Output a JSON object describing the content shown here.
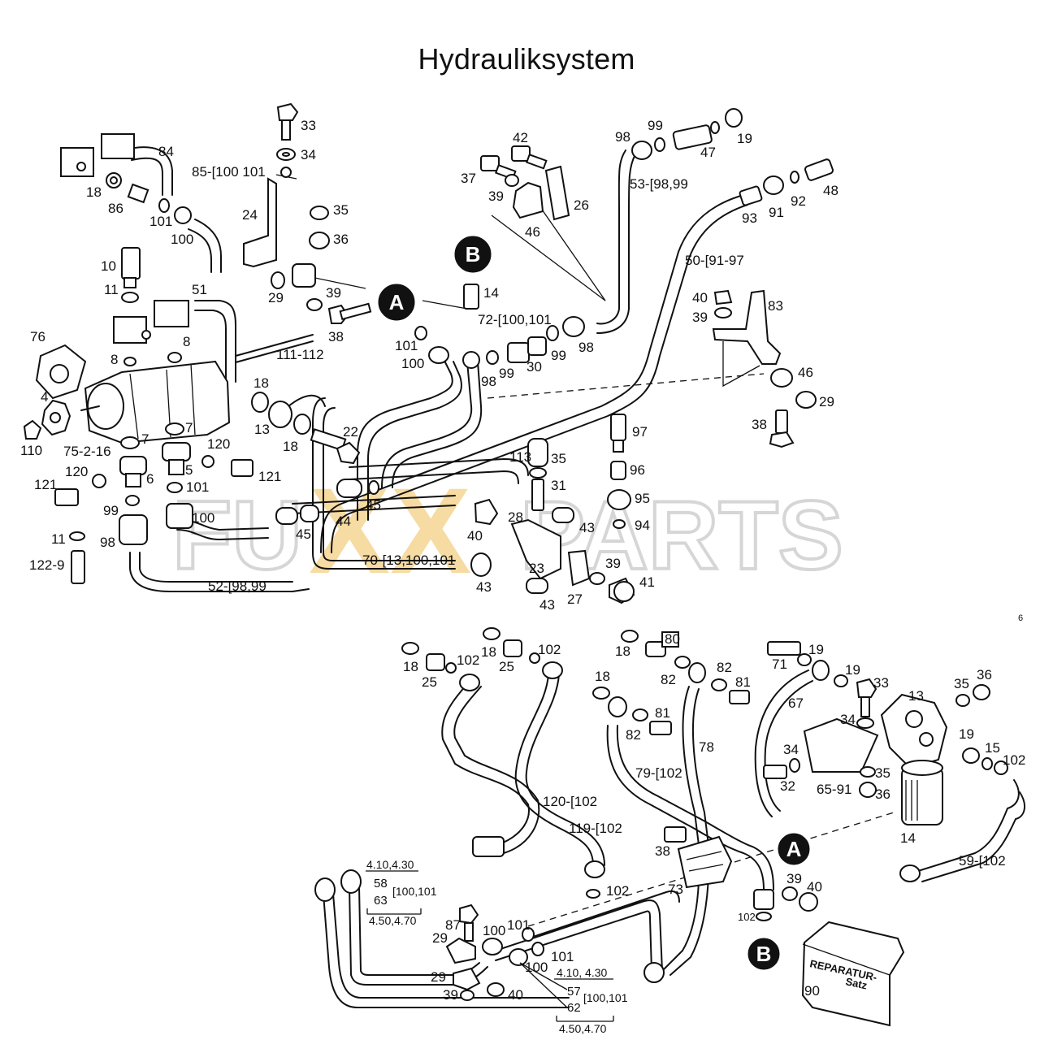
{
  "title": "Hydrauliksystem",
  "watermark": {
    "left": "FU",
    "mid": "XX",
    "right": "PARTS"
  },
  "callouts": [
    "A",
    "B",
    "A",
    "B"
  ],
  "corner_mark": "6",
  "kit_box": {
    "line1": "REPARATUR-",
    "line2": "Satz"
  },
  "labels": {
    "l33": "33",
    "l34": "34",
    "l35": "35",
    "l36": "36",
    "l84": "84",
    "l85": "85-[100 101",
    "l18a": "18",
    "l86": "86",
    "l101a": "101",
    "l100a": "100",
    "l24": "24",
    "l29a": "29",
    "l39a": "39",
    "l38a": "38",
    "l111": "111-112",
    "l10": "10",
    "l11a": "11",
    "l51": "51",
    "l76": "76",
    "l8a": "8",
    "l8b": "8",
    "l4": "4",
    "l110": "110",
    "l75": "75-2-16",
    "l7a": "7",
    "l7b": "7",
    "l6": "6",
    "l5": "5",
    "l120a": "120",
    "l120b": "120",
    "l121a": "121",
    "l121b": "121",
    "l101b": "101",
    "l100b": "100",
    "l99a": "99",
    "l98a": "98",
    "l11b": "11",
    "l122": "122-9",
    "l52": "52-[98,99",
    "l45a": "45",
    "l45b": "45",
    "l44": "44",
    "l18b": "18",
    "l13": "13",
    "l18c": "18",
    "l22": "22",
    "l14": "14",
    "l72": "72-[100,101",
    "l101c": "101",
    "l100c": "100",
    "l98b": "98",
    "l99b": "99",
    "l30": "30",
    "l99c": "99",
    "l98c": "98",
    "l42": "42",
    "l37": "37",
    "l39b": "39",
    "l26": "26",
    "l46a": "46",
    "l98d": "98",
    "l99d": "99",
    "l47": "47",
    "l19a": "19",
    "l53": "53-[98,99",
    "l93": "93",
    "l91": "91",
    "l92": "92",
    "l48": "48",
    "l50": "50-[91-97",
    "l40a": "40",
    "l39c": "39",
    "l83": "83",
    "l46b": "46",
    "l29b": "29",
    "l38b": "38",
    "l97": "97",
    "l96": "96",
    "l95": "95",
    "l94": "94",
    "l113": "113",
    "l35b": "35",
    "l31": "31",
    "l28": "28",
    "l43a": "43",
    "l40b": "40",
    "l70": "70-[13,100,101",
    "l23": "23",
    "l43b": "43",
    "l43c": "43",
    "l27": "27",
    "l39d": "39",
    "l41": "41",
    "l18d": "18",
    "l25a": "25",
    "l102a": "102",
    "l18e": "18",
    "l25b": "25",
    "l102b": "102",
    "l120c": "120-[102",
    "l119": "119-[102",
    "l102c": "102",
    "l18f": "18",
    "l80": "80",
    "l18g": "18",
    "l82a": "82",
    "l82b": "82",
    "l81a": "81",
    "l81b": "81",
    "l82c": "82",
    "l78": "78",
    "l79": "79-[102",
    "l38c": "38",
    "l73": "73",
    "l102d": "102",
    "l71": "71",
    "l19b": "19",
    "l19c": "19",
    "l67": "67",
    "l33b": "33",
    "l13b": "13",
    "l35c": "35",
    "l36b": "36",
    "l34b": "34",
    "l34c": "34",
    "l32": "32",
    "l65": "65-91",
    "l35d": "35",
    "l36c": "36",
    "l19d": "19",
    "l15": "15",
    "l102e": "102",
    "l14b": "14",
    "l59": "59-[102",
    "l39e": "39",
    "l40c": "40",
    "l90": "90",
    "l410a": "4.10,4.30",
    "l58": "58",
    "l63": "63",
    "l100101a": "[100,101",
    "l450a": "4.50,4.70",
    "l87": "87",
    "l29c": "29",
    "l100d": "100",
    "l101d": "101",
    "l101e": "101",
    "l29d": "29",
    "l100e": "100",
    "l39f": "39",
    "l40d": "40",
    "l410b": "4.10, 4.30",
    "l57": "57",
    "l62": "62",
    "l100101b": "[100,101",
    "l450b": "4.50,4.70"
  }
}
